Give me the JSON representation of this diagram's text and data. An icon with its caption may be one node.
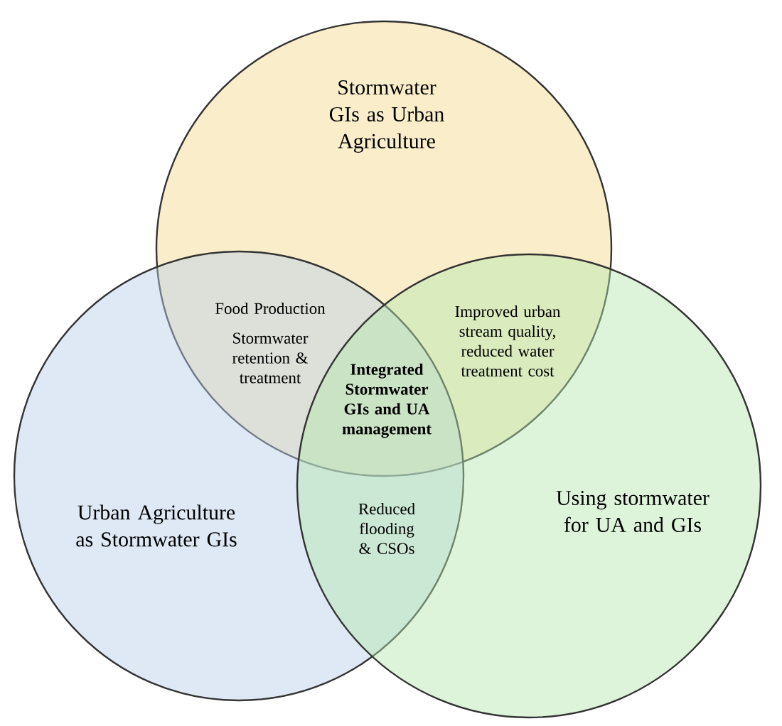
{
  "diagram": {
    "nodes": [
      {
        "text": [
          "Stormwater GIs as Urban Agriculture"
        ]
      },
      {
        "text": [
          "Urban Agriculture as Stormwater GIs"
        ]
      },
      {
        "text": [
          "Using stormwater for UA and GIs"
        ]
      }
    ],
    "labels": [
      "Food Production",
      "Stormwater retention & treatment",
      "Improved urban stream quality, reduced water treatment cost",
      "**Integrated Stormwater GIs and UA management**",
      "Reduced flooding & CSOs"
    ]
  }
}
